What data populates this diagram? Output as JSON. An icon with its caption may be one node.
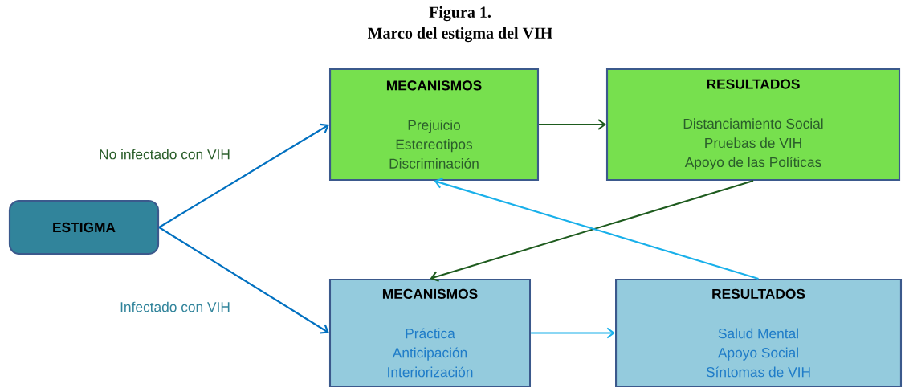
{
  "diagram": {
    "title": "Marco del estigma del VIH",
    "nodes": [
      {
        "text": [
          "ESTIGMA"
        ]
      },
      {
        "text": [
          "MECANISMOS",
          "Prejuicio",
          "Estereotipos",
          "Discriminación"
        ]
      },
      {
        "text": [
          "RESULTADOS",
          "Distanciamiento Social",
          "Pruebas de VIH",
          "Apoyo de las Políticas"
        ]
      },
      {
        "text": [
          "MECANISMOS",
          "Práctica",
          "Anticipación",
          "Interiorización"
        ]
      },
      {
        "text": [
          "RESULTADOS",
          "Salud Mental",
          "Apoyo Social",
          "Síntomas de VIH"
        ]
      }
    ],
    "edges": [
      {
        "from": 0,
        "to": 1,
        "arrow": "to",
        "label": "No infectado con VIH",
        "color": "#0070c0"
      },
      {
        "from": 0,
        "to": 3,
        "arrow": "to",
        "label": "Infectado con VIH",
        "color": "#0070c0"
      },
      {
        "from": 1,
        "to": 2,
        "arrow": "to",
        "color": "#1e5b1e"
      },
      {
        "from": 2,
        "to": 3,
        "arrow": "to",
        "color": "#1e5b1e"
      },
      {
        "from": 4,
        "to": 1,
        "arrow": "to",
        "color": "#19b0ea"
      },
      {
        "from": 3,
        "to": 4,
        "arrow": "to",
        "color": "#19b0ea"
      }
    ],
    "labels": [
      "Figura 1."
    ]
  }
}
